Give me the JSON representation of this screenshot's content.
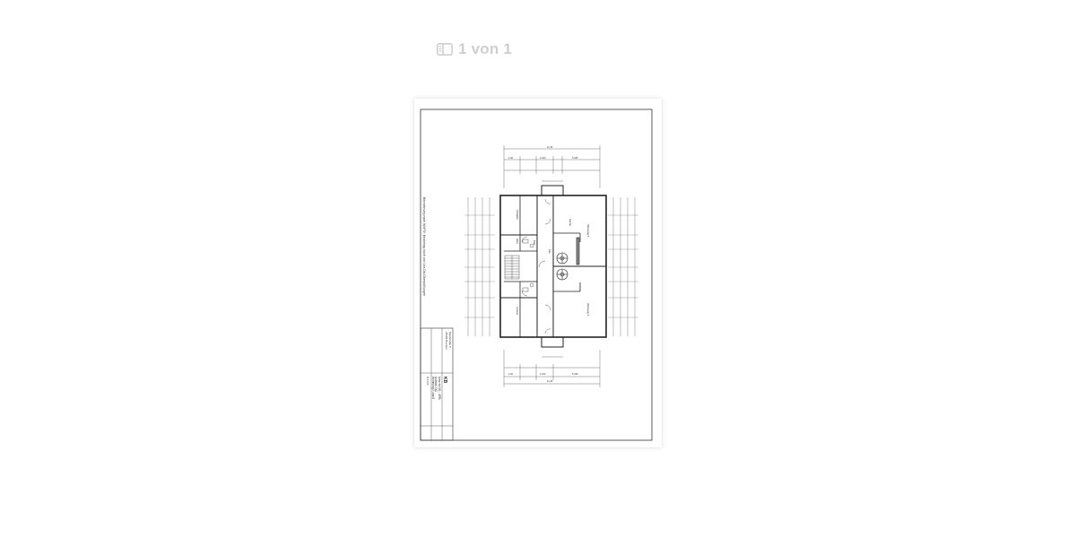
{
  "viewer": {
    "page_indicator": "1 von 1",
    "sidebar_toggle_icon": "sidebar-icon"
  },
  "drawing": {
    "side_note": "Berechnung nach WoFlV; Endbelag noch von Vor-Ort-Überprüfungen",
    "project_code": "KB",
    "title_lines": [
      "Ansicht OG - SPB",
      "Aufmaß OG",
      "Wohnung 5 und 6"
    ],
    "address_lines": [
      "Kleinstraße 8",
      "28309 Bremen"
    ],
    "scale": "M 1:100",
    "unit_labels": [
      "Wohnung 5",
      "Wohnung 6",
      "Schlafen",
      "Küche",
      "Bad",
      "Flur",
      "Abst.",
      "Zimmer"
    ],
    "dim_top": [
      "11.36",
      "2.40",
      "1.910",
      "5.345"
    ],
    "dim_bottom": [
      "11.36",
      "2.40",
      "1.910",
      "5.345"
    ],
    "colors": {
      "line": "#2b2b2b",
      "frame": "#333333"
    }
  }
}
